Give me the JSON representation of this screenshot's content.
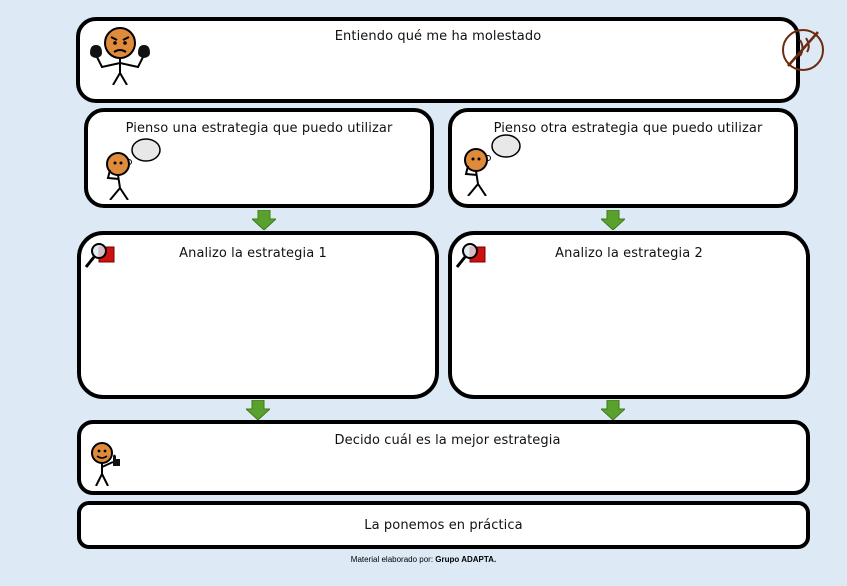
{
  "steps": {
    "understand": {
      "label": "Entiendo qué me ha molestado",
      "icon": "angry-person-icon"
    },
    "think1": {
      "label": "Pienso  una estrategia que puedo utilizar",
      "icon": "thinking-person-icon"
    },
    "think2": {
      "label": "Pienso otra estrategia que puedo utilizar",
      "icon": "thinking-person-icon"
    },
    "analyze1": {
      "label": "Analizo la estrategia 1",
      "icon": "magnifier-icon"
    },
    "analyze2": {
      "label": "Analizo la estrategia 2",
      "icon": "magnifier-icon"
    },
    "decide": {
      "label": "Decido cuál es la mejor estrategia",
      "icon": "thumbs-up-person-icon"
    },
    "apply": {
      "label": "La ponemos en práctica"
    }
  },
  "footer": {
    "prefix": "Material elaborado por: ",
    "author": "Grupo ADAPTA."
  },
  "colors": {
    "arrow": "#5aa02c",
    "face": "#e08a3c",
    "marker": "#cc1111"
  }
}
